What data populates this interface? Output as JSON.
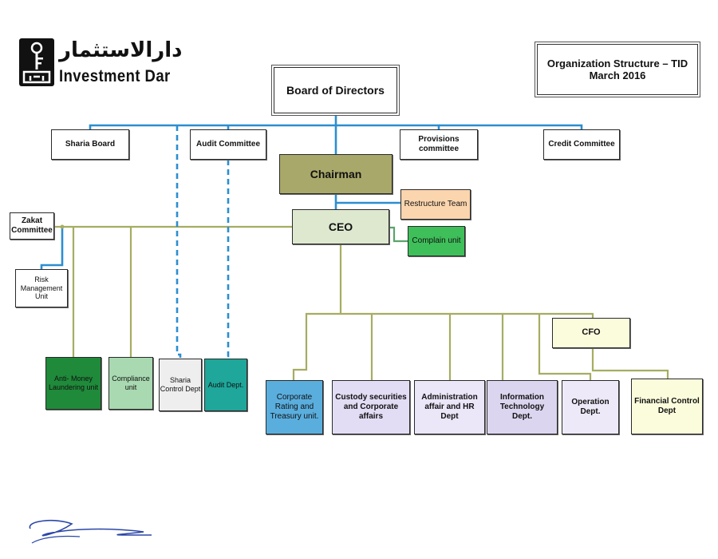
{
  "logo": {
    "arabic_text": "دارالاستثمار",
    "english_text": "Investment Dar"
  },
  "header": {
    "line1": "Organization Structure – TID",
    "line2": "March 2016"
  },
  "colors": {
    "blue_line": "#2c8ed0",
    "olive_line": "#a6ad62",
    "green_line": "#5aa46a"
  },
  "nodes": [
    {
      "id": "board",
      "label": "Board of Directors",
      "fill": "#ffffff"
    },
    {
      "id": "sharia_board",
      "label": "Sharia Board",
      "fill": "#ffffff"
    },
    {
      "id": "audit_committee",
      "label": "Audit Committee",
      "fill": "#ffffff"
    },
    {
      "id": "provisions",
      "label": "Provisions\ncommittee",
      "fill": "#ffffff"
    },
    {
      "id": "credit",
      "label": "Credit Committee",
      "fill": "#ffffff"
    },
    {
      "id": "chairman",
      "label": "Chairman",
      "fill": "#a8a86a"
    },
    {
      "id": "restructure",
      "label": "Restructure Team",
      "fill": "#fbd5ae"
    },
    {
      "id": "ceo",
      "label": "CEO",
      "fill": "#dde8cf"
    },
    {
      "id": "complain",
      "label": "Complain unit",
      "fill": "#3fbf5a"
    },
    {
      "id": "zakat",
      "label": "Zakat\nCommittee",
      "fill": "#ffffff"
    },
    {
      "id": "risk",
      "label": "Risk\nManagement\nUnit",
      "fill": "#ffffff"
    },
    {
      "id": "aml",
      "label": "Anti- Money\nLaundering unit",
      "fill": "#1f8a3a"
    },
    {
      "id": "compliance",
      "label": "Compliance\nunit",
      "fill": "#a8d9b0"
    },
    {
      "id": "sharia_ctrl",
      "label": "Sharia\nControl Dept",
      "fill": "#eeeeee"
    },
    {
      "id": "audit_dept",
      "label": "Audit Dept.",
      "fill": "#1ea79a"
    },
    {
      "id": "corp_rating",
      "label": "Corporate\nRating and\nTreasury unit.",
      "fill": "#5aaede"
    },
    {
      "id": "custody",
      "label": "Custody securities\nand Corporate\naffairs",
      "fill": "#e2dcf4"
    },
    {
      "id": "admin",
      "label": "Administration\naffair and HR\nDept",
      "fill": "#ebe6f8"
    },
    {
      "id": "it",
      "label": "Information\nTechnology\nDept.",
      "fill": "#dcd5f0"
    },
    {
      "id": "operation",
      "label": "Operation\nDept.",
      "fill": "#ede9f9"
    },
    {
      "id": "cfo",
      "label": "CFO",
      "fill": "#fbfcdc"
    },
    {
      "id": "fin_ctrl",
      "label": "Financial Control\nDept",
      "fill": "#fbfcdc"
    }
  ],
  "edges": [
    {
      "from": "board",
      "to": "sharia_board",
      "style": "solid",
      "color": "blue"
    },
    {
      "from": "board",
      "to": "audit_committee",
      "style": "solid",
      "color": "blue"
    },
    {
      "from": "board",
      "to": "provisions",
      "style": "solid",
      "color": "blue"
    },
    {
      "from": "board",
      "to": "credit",
      "style": "solid",
      "color": "blue"
    },
    {
      "from": "board",
      "to": "chairman",
      "style": "solid",
      "color": "blue"
    },
    {
      "from": "chairman",
      "to": "ceo",
      "style": "solid",
      "color": "blue"
    },
    {
      "from": "chairman",
      "to": "restructure",
      "style": "solid",
      "color": "blue"
    },
    {
      "from": "ceo",
      "to": "complain",
      "style": "solid",
      "color": "green"
    },
    {
      "from": "ceo",
      "to": "zakat",
      "style": "solid",
      "color": "olive"
    },
    {
      "from": "zakat",
      "to": "risk",
      "style": "solid",
      "color": "blue"
    },
    {
      "from": "ceo",
      "to": "aml",
      "style": "solid",
      "color": "olive"
    },
    {
      "from": "ceo",
      "to": "compliance",
      "style": "solid",
      "color": "olive"
    },
    {
      "from": "board",
      "to": "sharia_ctrl",
      "style": "dashed",
      "color": "blue"
    },
    {
      "from": "audit_committee",
      "to": "audit_dept",
      "style": "dashed",
      "color": "blue"
    },
    {
      "from": "ceo",
      "to": "corp_rating",
      "style": "solid",
      "color": "olive"
    },
    {
      "from": "ceo",
      "to": "custody",
      "style": "solid",
      "color": "olive"
    },
    {
      "from": "ceo",
      "to": "admin",
      "style": "solid",
      "color": "olive"
    },
    {
      "from": "ceo",
      "to": "it",
      "style": "solid",
      "color": "olive"
    },
    {
      "from": "ceo",
      "to": "cfo",
      "style": "solid",
      "color": "olive"
    },
    {
      "from": "cfo",
      "to": "operation",
      "style": "solid",
      "color": "olive"
    },
    {
      "from": "cfo",
      "to": "fin_ctrl",
      "style": "solid",
      "color": "olive"
    }
  ]
}
